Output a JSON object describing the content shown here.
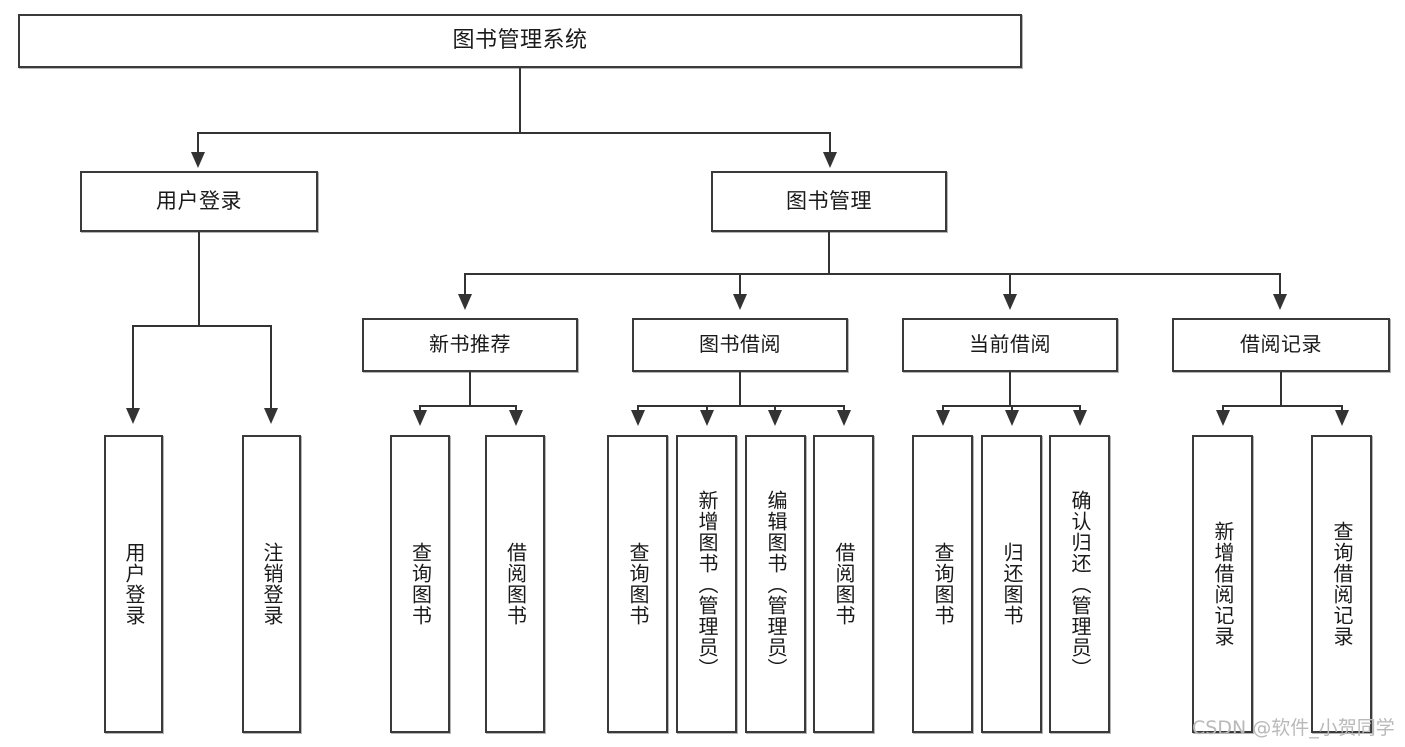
{
  "diagram": {
    "title": "图书管理系统",
    "type": "功能结构图",
    "root": {
      "label": "图书管理系统"
    },
    "level2": [
      {
        "label": "用户登录"
      },
      {
        "label": "图书管理"
      }
    ],
    "level3": [
      {
        "label": "新书推荐"
      },
      {
        "label": "图书借阅"
      },
      {
        "label": "当前借阅"
      },
      {
        "label": "借阅记录"
      }
    ],
    "leaves": {
      "user_login": [
        {
          "label": "用户登录"
        },
        {
          "label": "注销登录"
        }
      ],
      "new_book_recommend": [
        {
          "label": "查询图书"
        },
        {
          "label": "借阅图书"
        }
      ],
      "book_borrow": [
        {
          "label": "查询图书"
        },
        {
          "label": "新增图书（管理员）"
        },
        {
          "label": "编辑图书（管理员）"
        },
        {
          "label": "借阅图书"
        }
      ],
      "current_borrow": [
        {
          "label": "查询图书"
        },
        {
          "label": "归还图书"
        },
        {
          "label": "确认归还（管理员）"
        }
      ],
      "borrow_record": [
        {
          "label": "新增借阅记录"
        },
        {
          "label": "查询借阅记录"
        }
      ]
    },
    "colors": {
      "box_border": "#3a3a3a",
      "connector": "#333333",
      "background": "#ffffff",
      "text": "#1a1a1a",
      "watermark": "#b9b9b9"
    }
  },
  "watermark": {
    "text": "CSDN @软件_小贺同学"
  }
}
